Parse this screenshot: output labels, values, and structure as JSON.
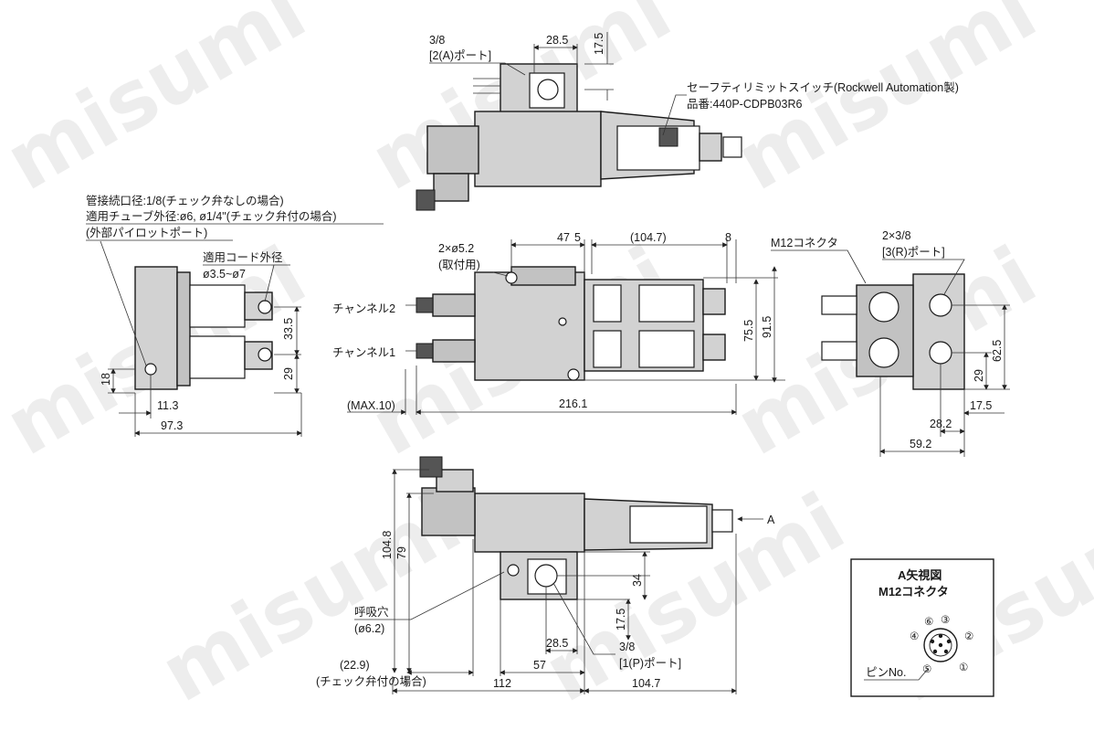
{
  "watermark": "misumi",
  "top_view": {
    "port_size": "3/8",
    "port_name": "[2(A)ポート]",
    "dim_width": "28.5",
    "dim_height": "17.5",
    "switch_label": "セーフティリミットスイッチ(Rockwell Automation製)",
    "switch_part": "品番:440P-CDPB03R6"
  },
  "left_view": {
    "note_line1": "管接続口径:1/8(チェック弁なしの場合)",
    "note_line2": "適用チューブ外径:ø6, ø1/4\"(チェック弁付の場合)",
    "note_line3": "(外部パイロットポート)",
    "cord_label": "適用コード外径",
    "cord_range": "ø3.5~ø7",
    "dim_33_5": "33.5",
    "dim_29": "29",
    "dim_18": "18",
    "dim_11_3": "11.3",
    "dim_97_3": "97.3"
  },
  "front_view": {
    "hole_label": "2×ø5.2",
    "hole_note": "(取付用)",
    "dim_47": "47",
    "dim_5": "5",
    "dim_104_7": "(104.7)",
    "dim_8": "8",
    "channel2": "チャンネル2",
    "channel1": "チャンネル1",
    "dim_75_5": "75.5",
    "dim_91_5": "91.5",
    "dim_max10": "(MAX.10)",
    "dim_216_1": "216.1"
  },
  "right_view": {
    "m12_label": "M12コネクタ",
    "port_size": "2×3/8",
    "port_name": "[3(R)ポート]",
    "dim_62_5": "62.5",
    "dim_29": "29",
    "dim_17_5": "17.5",
    "dim_28_2": "28.2",
    "dim_59_2": "59.2"
  },
  "bottom_view": {
    "dim_104_8": "104.8",
    "dim_79": "79",
    "arrow_label": "A",
    "dim_34": "34",
    "vent_label": "呼吸穴",
    "vent_size": "(ø6.2)",
    "dim_17_5": "17.5",
    "dim_28_5": "28.5",
    "port_size": "3/8",
    "port_name": "[1(P)ポート]",
    "dim_22_9": "(22.9)",
    "check_note": "(チェック弁付の場合)",
    "dim_57": "57",
    "dim_112": "112",
    "dim_104_7": "104.7"
  },
  "connector_view": {
    "title1": "A矢視図",
    "title2": "M12コネクタ",
    "pins": [
      "①",
      "②",
      "③",
      "④",
      "⑤",
      "⑥"
    ],
    "pin_label": "ピンNo."
  }
}
